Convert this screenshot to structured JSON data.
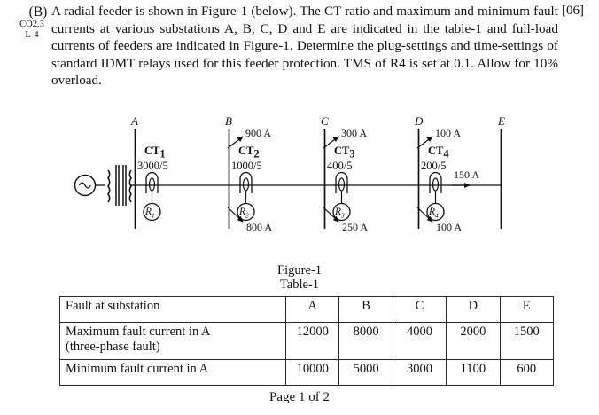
{
  "question": {
    "label": "(B)",
    "course_outcome": "CO2,3",
    "level": "L-4",
    "marks": "[06]",
    "text": "A radial feeder is shown in Figure-1 (below). The CT ratio and maximum and minimum fault currents at various substations A, B, C, D and E are indicated in the table-1 and full-load currents of feeders are indicated in Figure-1. Determine the plug-settings and time-settings of standard IDMT relays used for this feeder protection. TMS of R4 is set at 0.1. Allow for 10% overload."
  },
  "figure": {
    "caption": "Figure-1",
    "source_icon": "ac-generator-icon",
    "transformer_icon": "two-winding-transformer-icon",
    "buses": [
      {
        "name": "A",
        "ct_name": "CT",
        "ct_index": "1",
        "ct_ratio": "3000/5",
        "relay_name": "R",
        "relay_index": "1",
        "in_feed": "",
        "out_feed": ""
      },
      {
        "name": "B",
        "ct_name": "CT",
        "ct_index": "2",
        "ct_ratio": "1000/5",
        "relay_name": "R",
        "relay_index": "2",
        "in_feed": "900 A",
        "out_feed": "800 A"
      },
      {
        "name": "C",
        "ct_name": "CT",
        "ct_index": "3",
        "ct_ratio": "400/5",
        "relay_name": "R",
        "relay_index": "3",
        "in_feed": "300 A",
        "out_feed": "250 A"
      },
      {
        "name": "D",
        "ct_name": "CT",
        "ct_index": "4",
        "ct_ratio": "200/5",
        "relay_name": "R",
        "relay_index": "4",
        "in_feed": "100 A",
        "out_feed": "100 A"
      },
      {
        "name": "E",
        "ct_name": "",
        "ct_index": "",
        "ct_ratio": "",
        "relay_name": "",
        "relay_index": "",
        "in_feed": "",
        "out_feed": ""
      }
    ],
    "line_current_de": "150 A"
  },
  "table": {
    "caption": "Table-1",
    "row_header_label": "Fault at substation",
    "columns": [
      "A",
      "B",
      "C",
      "D",
      "E"
    ],
    "rows": [
      {
        "label": "Maximum fault current in A (three-phase fault)",
        "label_line1": "Maximum fault current in A",
        "label_line2": "(three-phase fault)",
        "values": [
          "12000",
          "8000",
          "4000",
          "2000",
          "1500"
        ]
      },
      {
        "label": "Minimum fault current in A",
        "label_line1": "Minimum fault current in A",
        "label_line2": "",
        "values": [
          "10000",
          "5000",
          "3000",
          "1100",
          "600"
        ]
      }
    ]
  },
  "footer": {
    "page_text": "Page 1 of 2"
  },
  "colors": {
    "ink": "#101010",
    "rule": "#2a2a2a",
    "page": "#ffffff"
  }
}
